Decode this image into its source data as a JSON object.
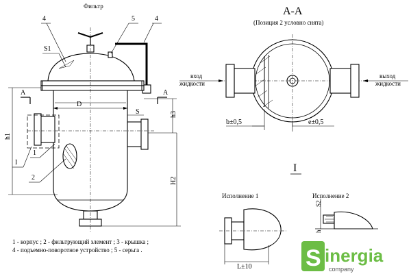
{
  "title": "Фильтр",
  "main_view": {
    "callouts": {
      "c4_left": "4",
      "c5": "5",
      "c4_right": "4",
      "c1": "1",
      "c2": "2",
      "c1_label": "1"
    },
    "dims": {
      "s1": "S1",
      "d": "D",
      "s": "S",
      "h1": "h1",
      "h2": "H2",
      "h3": "h3",
      "section_a_left": "A",
      "section_a_right": "A",
      "detail_mark": "I"
    }
  },
  "section_view": {
    "title": "A-A",
    "subtitle": "(Позиция 2 условно снята)",
    "inlet_label": [
      "вход",
      "жидкости"
    ],
    "outlet_label": [
      "выход",
      "жидкости"
    ],
    "dim_b": "b±0,5",
    "dim_e": "e±0,5"
  },
  "detail": {
    "title": "I",
    "variant1": "Исполнение 1",
    "variant2": "Исполнение 2",
    "dim_l": "L±10",
    "dim_s2": "S2",
    "dim_h": "h"
  },
  "legend": [
    "1 - корпус ; 2 - фильтрующий элемент ; 3 - крышка ;",
    "4 - подъемно-поворотное устройство ; 5 - серьга ."
  ],
  "logo": {
    "word": "Sinergia",
    "sub": "company",
    "color": "#6cbd45"
  }
}
